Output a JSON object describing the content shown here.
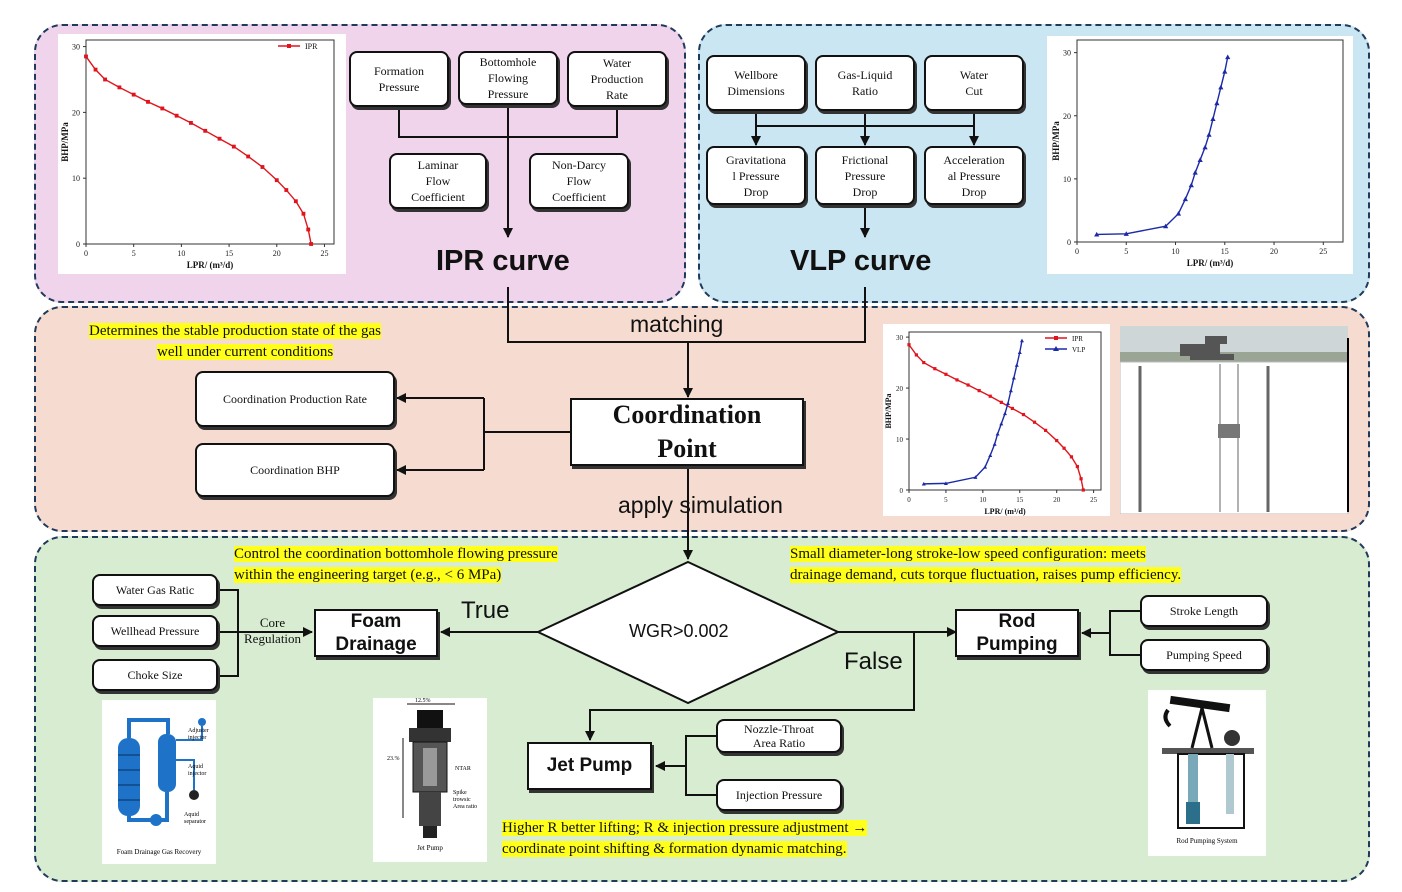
{
  "ipr_panel": {
    "factors": [
      "Formation\nPressure",
      "Bottomhole\nFlowing\nPressure",
      "Water\nProduction\nRate"
    ],
    "coefficients": [
      "Laminar\nFlow\nCoefficient",
      "Non-Darcy\nFlow\nCoefficient"
    ],
    "title": "IPR curve"
  },
  "vlp_panel": {
    "factors": [
      "Wellbore\nDimensions",
      "Gas-Liquid\nRatio",
      "Water\nCut"
    ],
    "drops": [
      "Gravitationa\nl Pressure\nDrop",
      "Frictional\nPressure\nDrop",
      "Acceleration\nal Pressure\nDrop"
    ],
    "title": "VLP curve"
  },
  "middle_panel": {
    "matching_label": "matching",
    "note_line1": "Determines the stable production state of the gas",
    "note_line2": "well under current conditions",
    "outputs": [
      "Coordination Production Rate",
      "Coordination BHP"
    ],
    "coordination_point": "Coordination\nPoint",
    "apply_label": "apply simulation"
  },
  "bottom_panel": {
    "decision": "WGR>0.002",
    "true_label": "True",
    "false_label": "False",
    "note_left_line1": "Control the coordination bottomhole flowing pressure",
    "note_left_line2": "within the engineering target (e.g., < 6 MPa)",
    "note_right_line1": "Small diameter-long stroke-low speed configuration: meets",
    "note_right_line2": "drainage demand, cuts torque fluctuation, raises pump efficiency.",
    "note_bottom_line1": "Higher R       better lifting; R & injection pressure adjustment →",
    "note_bottom_line2": "coordinate point shifting & formation dynamic matching.",
    "foam_params": [
      "Water Gas Ratic",
      "Wellhead Pressure",
      "Choke Size"
    ],
    "core_regulation": "Core\nRegulation",
    "foam_drainage": "Foam\nDrainage",
    "rod_pumping": "Rod\nPumping",
    "rod_params": [
      "Stroke Length",
      "Pumping Speed"
    ],
    "jet_pump": "Jet Pump",
    "jet_params": [
      "Nozzle-Throat\nArea Ratio",
      "Injection Pressure"
    ],
    "img_foam_caption": "Foam Drainage Gas Recovery",
    "img_foam_labels": [
      "Adjuster\ninjector",
      "Aquid\ninjector",
      "Aquid\nseparator"
    ],
    "img_jet_caption": "Jet Pump",
    "img_jet_labels": [
      "12.5%",
      "23.%",
      "NTAR",
      "Spike\ntrowsic\nArea ratio"
    ],
    "img_rod_caption": "Rod Pumping System"
  },
  "colors": {
    "ipr_panel_bg": "#f0d4ec",
    "vlp_panel_bg": "#c9e6f2",
    "middle_panel_bg": "#f6dcd0",
    "bottom_panel_bg": "#d8ecd2",
    "ipr_series": "#e0141c",
    "vlp_series": "#1c2aa8",
    "highlight": "#ffff1a"
  },
  "chart_data": [
    {
      "type": "line",
      "xlabel": "LPR/ (m³/d)",
      "ylabel": "BHP/MPa",
      "xlim": [
        0,
        26
      ],
      "ylim": [
        0,
        31
      ],
      "xticks": [
        0,
        5,
        10,
        15,
        20,
        25
      ],
      "yticks": [
        0,
        10,
        20,
        30
      ],
      "grid": false,
      "legend": "top-right",
      "series": [
        {
          "name": "IPR",
          "x": [
            0,
            1,
            2,
            3.5,
            5,
            6.5,
            8,
            9.5,
            11,
            12.5,
            14,
            15.5,
            17,
            18.5,
            20,
            21,
            22,
            22.8,
            23.3,
            23.6
          ],
          "y": [
            28.5,
            26.5,
            25,
            23.8,
            22.7,
            21.6,
            20.6,
            19.5,
            18.4,
            17.2,
            16,
            14.8,
            13.3,
            11.7,
            9.7,
            8.2,
            6.5,
            4.6,
            2.2,
            0
          ]
        }
      ]
    },
    {
      "type": "line",
      "xlabel": "LPR/ (m³/d)",
      "ylabel": "BHP/MPa",
      "xlim": [
        0,
        27
      ],
      "ylim": [
        0,
        32
      ],
      "xticks": [
        0,
        5,
        10,
        15,
        20,
        25
      ],
      "yticks": [
        0,
        10,
        20,
        30
      ],
      "grid": false,
      "series": [
        {
          "name": "",
          "x": [
            2,
            5,
            9,
            10.3,
            11,
            11.6,
            12,
            12.5,
            13,
            13.4,
            13.8,
            14.2,
            14.6,
            15,
            15.3
          ],
          "y": [
            1.2,
            1.3,
            2.5,
            4.5,
            6.8,
            9,
            11,
            13,
            15,
            17,
            19.5,
            22,
            24.5,
            27,
            29.3
          ]
        }
      ]
    },
    {
      "type": "line",
      "xlabel": "LPR/ (m³/d)",
      "ylabel": "BHP/MPa",
      "xlim": [
        0,
        26
      ],
      "ylim": [
        0,
        31
      ],
      "xticks": [
        0,
        5,
        10,
        15,
        20,
        25
      ],
      "yticks": [
        0,
        10,
        20,
        30
      ],
      "grid": false,
      "legend": "top-right",
      "series": [
        {
          "name": "IPR",
          "x": [
            0,
            1,
            2,
            3.5,
            5,
            6.5,
            8,
            9.5,
            11,
            12.5,
            14,
            15.5,
            17,
            18.5,
            20,
            21,
            22,
            22.8,
            23.3,
            23.6
          ],
          "y": [
            28.5,
            26.5,
            25,
            23.8,
            22.7,
            21.6,
            20.6,
            19.5,
            18.4,
            17.2,
            16,
            14.8,
            13.3,
            11.7,
            9.7,
            8.2,
            6.5,
            4.6,
            2.2,
            0
          ]
        },
        {
          "name": "VLP",
          "x": [
            2,
            5,
            9,
            10.3,
            11,
            11.6,
            12,
            12.5,
            13,
            13.4,
            13.8,
            14.2,
            14.6,
            15,
            15.3
          ],
          "y": [
            1.2,
            1.3,
            2.5,
            4.5,
            6.8,
            9,
            11,
            13,
            15,
            17,
            19.5,
            22,
            24.5,
            27,
            29.3
          ]
        }
      ]
    }
  ]
}
